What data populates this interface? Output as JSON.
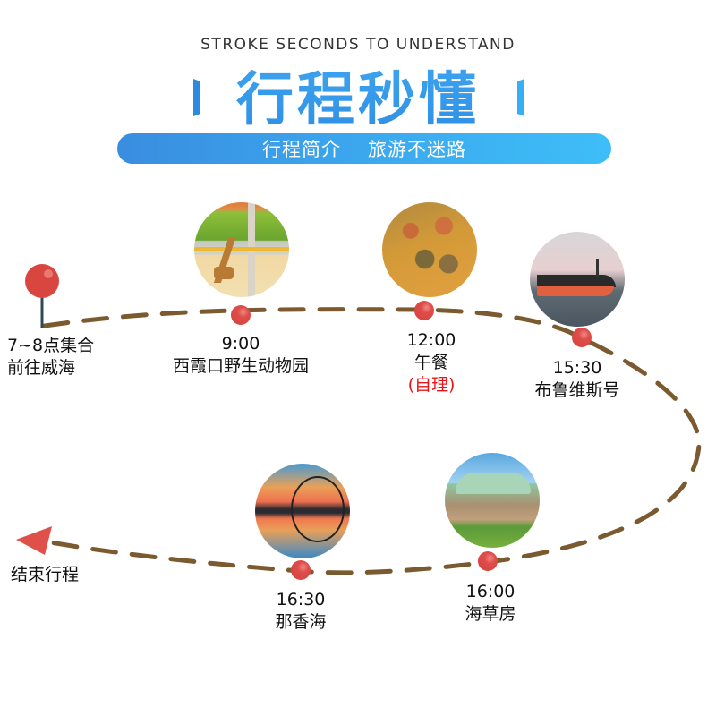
{
  "header": {
    "subtitle_en": "STROKE SECONDS TO UNDERSTAND",
    "title": "行程秒懂",
    "banner_left": "行程简介",
    "banner_right": "旅游不迷路"
  },
  "colors": {
    "title_blue": "#3aa0ec",
    "banner_start": "#3a8de0",
    "banner_end": "#3ebef8",
    "path_brown": "#7a5a2e",
    "dot_red": "#d9463f",
    "highlight_red": "#e8141a",
    "pin_stem": "#2f4a55"
  },
  "start": {
    "line1": "7~8点集合",
    "line2": "前往威海",
    "icon": "map-pin-icon"
  },
  "stops": [
    {
      "time": "9:00",
      "name": "西霞口野生动物园",
      "note": "",
      "photo": "giraffe-photo"
    },
    {
      "time": "12:00",
      "name": "午餐",
      "note": "(自理)",
      "photo": "seafood-photo"
    },
    {
      "time": "15:30",
      "name": "布鲁维斯号",
      "note": "",
      "photo": "ship-photo"
    },
    {
      "time": "16:00",
      "name": "海草房",
      "note": "",
      "photo": "seaweed-house-photo"
    },
    {
      "time": "16:30",
      "name": "那香海",
      "note": "",
      "photo": "sunset-pier-photo"
    }
  ],
  "end": {
    "label": "结束行程",
    "icon": "arrow-left-icon"
  }
}
